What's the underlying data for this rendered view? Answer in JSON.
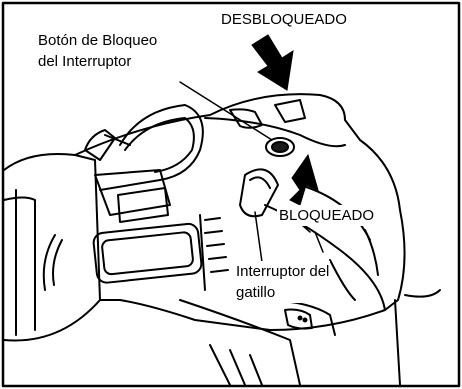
{
  "callouts": {
    "unlocked": "DESBLOQUEADO",
    "lock_button": [
      "Botón de Bloqueo",
      "del Interruptor"
    ],
    "locked": "BLOQUEADO",
    "trigger": [
      "Interruptor del",
      "gatillo"
    ]
  },
  "colors": {
    "line": "#000000",
    "background": "#ffffff",
    "shade": "#1a1a1a"
  }
}
